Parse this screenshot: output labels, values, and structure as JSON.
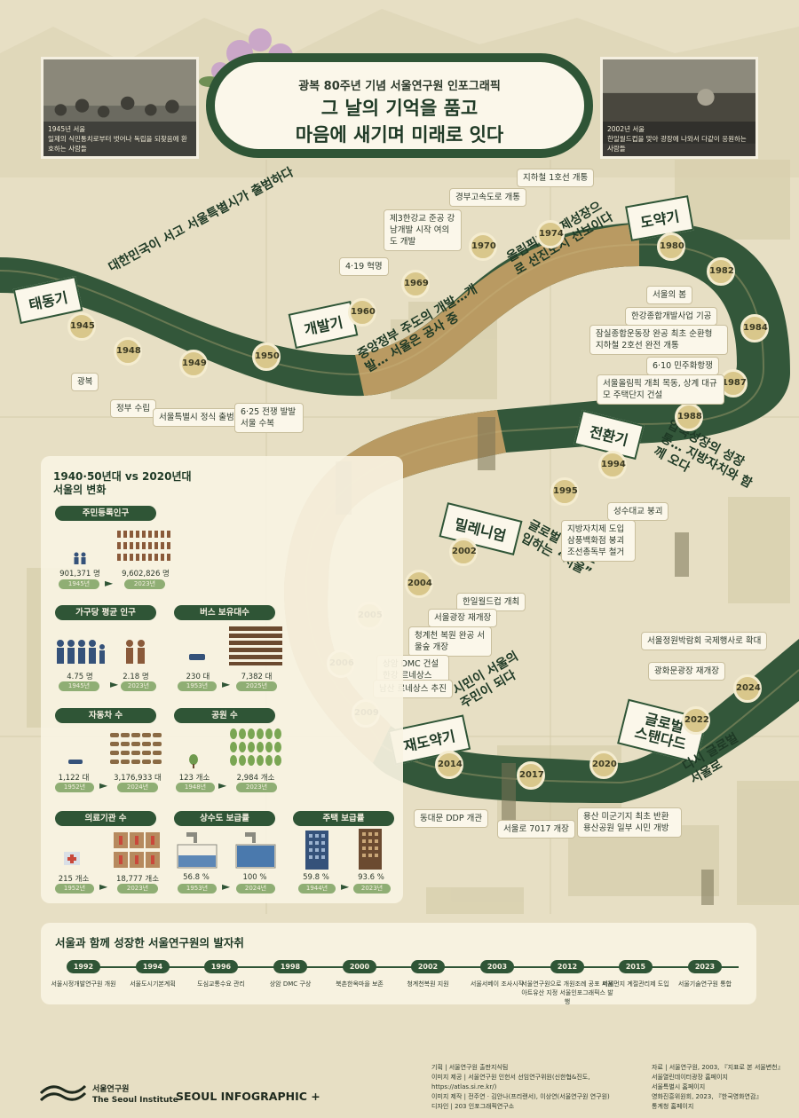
{
  "header": {
    "subtitle": "광복 80주년 기념 서울연구원 인포그래픽",
    "title_line1": "그 날의 기억을 품고",
    "title_line2": "마음에 새기며 미래로 잇다"
  },
  "photos": {
    "left": {
      "year": "1945년 서울",
      "caption": "일제의 식민통치로부터 벗어나 독립을 되찾음에 환호하는 사람들"
    },
    "right": {
      "year": "2002년 서울",
      "caption": "한일월드컵을 맞아 광장에 나와서 다같이 응원하는 사람들"
    }
  },
  "eras": [
    {
      "label": "태동기",
      "slogan": "대한민국이 서고 서울특별시가 출범하다"
    },
    {
      "label": "개발기",
      "slogan": "중앙정부 주도의 개발…개발… 서울은 공사 중"
    },
    {
      "label": "도약기",
      "slogan": "올림픽과 경제성장으로 선진도시 선보이다"
    },
    {
      "label": "전환기",
      "slogan": "압축성장의 성장통… 지방자치와 함께 오다"
    },
    {
      "label": "밀레니엄",
      "slogan": "글로벌 도시 진입하는 “서울”"
    },
    {
      "label": "재도약기",
      "slogan": "시민이 서울의 주민이 되다"
    },
    {
      "label": "글로벌 스탠다드",
      "slogan": "다시 글로벌 서울로"
    }
  ],
  "events": [
    {
      "year": "1945",
      "text": "광복"
    },
    {
      "year": "1948",
      "text": "정부 수립"
    },
    {
      "year": "1949",
      "text": "서울특별시 정식 출범"
    },
    {
      "year": "1950",
      "text": "6·25 전쟁 발발 서울 수복"
    },
    {
      "year": "1960",
      "text": "4·19 혁명"
    },
    {
      "year": "1969",
      "text": "제3한강교 준공 강남개발 시작 여의도 개발"
    },
    {
      "year": "1970",
      "text": "경부고속도로 개통"
    },
    {
      "year": "1974",
      "text": "지하철 1호선 개통"
    },
    {
      "year": "1980",
      "text": "서울의 봄"
    },
    {
      "year": "1982",
      "text": "한강종합개발사업 기공"
    },
    {
      "year": "1984",
      "text": "잠실종합운동장 완공 최초 순환형 지하철 2호선 완전 개통"
    },
    {
      "year": "1987",
      "text": "6·10 민주화항쟁"
    },
    {
      "year": "1988",
      "text": "서울올림픽 개최 목동, 상계 대규모 주택단지 건설"
    },
    {
      "year": "1994",
      "text": "성수대교 붕괴"
    },
    {
      "year": "1995",
      "text": "지방자치제 도입 삼풍백화점 붕괴 조선총독부 철거"
    },
    {
      "year": "2002",
      "text": "한일월드컵 개최"
    },
    {
      "year": "2004",
      "text": "서울광장 재개장"
    },
    {
      "year": "2005",
      "text": "청계천 복원 완공 서울숲 개장"
    },
    {
      "year": "2006",
      "text": "상암 DMC 건설 한강 르네상스"
    },
    {
      "year": "2009",
      "text": "남산 르네상스 추진"
    },
    {
      "year": "2014",
      "text": "동대문 DDP 개관"
    },
    {
      "year": "2017",
      "text": "서울로 7017 개장"
    },
    {
      "year": "2020",
      "text": "용산 미군기지 최초 반환 용산공원 일부 시민 개방"
    },
    {
      "year": "2022",
      "text": "광화문광장 재개장"
    },
    {
      "year": "2024",
      "text": "서울정원박람회 국제행사로 확대"
    }
  ],
  "stats": {
    "title_line1": "1940·50년대 vs 2020년대",
    "title_line2": "서울의 변화",
    "items": [
      {
        "label": "주민등록인구",
        "before": "901,371 명",
        "before_year": "1945년",
        "after": "9,602,826 명",
        "after_year": "2023년"
      },
      {
        "label": "가구당 평균 인구",
        "before": "4.75 명",
        "before_year": "1945년",
        "after": "2.18 명",
        "after_year": "2023년"
      },
      {
        "label": "버스 보유대수",
        "before": "230 대",
        "before_year": "1953년",
        "after": "7,382 대",
        "after_year": "2025년"
      },
      {
        "label": "자동차 수",
        "before": "1,122 대",
        "before_year": "1952년",
        "after": "3,176,933 대",
        "after_year": "2024년"
      },
      {
        "label": "공원 수",
        "before": "123 개소",
        "before_year": "1948년",
        "after": "2,984 개소",
        "after_year": "2023년"
      },
      {
        "label": "의료기관 수",
        "before": "215 개소",
        "before_year": "1952년",
        "after": "18,777 개소",
        "after_year": "2023년"
      },
      {
        "label": "상수도 보급률",
        "before": "56.8 %",
        "before_year": "1953년",
        "after": "100 %",
        "after_year": "2024년"
      },
      {
        "label": "주택 보급률",
        "before": "59.8 %",
        "before_year": "1944년",
        "after": "93.6 %",
        "after_year": "2023년"
      }
    ]
  },
  "institute_timeline": {
    "title": "서울과 함께 성장한 서울연구원의 발자취",
    "items": [
      {
        "year": "1992",
        "text": "서울시정개발연구원 개원"
      },
      {
        "year": "1994",
        "text": "서울도시기본계획"
      },
      {
        "year": "1996",
        "text": "도심교통수요 관리"
      },
      {
        "year": "1998",
        "text": "상암 DMC 구상"
      },
      {
        "year": "2000",
        "text": "북촌한옥마을 보존"
      },
      {
        "year": "2002",
        "text": "청계천복원 지원"
      },
      {
        "year": "2003",
        "text": "서울서베이 조사시작"
      },
      {
        "year": "2012",
        "text": "서울연구원으로 개원조례 공포 서울아트유산 지정 서울인포그래픽스 발행"
      },
      {
        "year": "2015",
        "text": "미세먼지 계절관리제 도입"
      },
      {
        "year": "2023",
        "text": "서울기술연구원 통합"
      }
    ]
  },
  "footer": {
    "credits": [
      "기획 | 서울연구원 출판지식팀",
      "이미지 제공 | 서울연구원 인헌서 선임연구위원(신한협&진도, https://atlas.si.re.kr/)",
      "이미지 제작 | 전주연 · 김안나(프리랜서), 이상연(서울연구원 연구원)",
      "디자인 | 203 인포그래픽연구소"
    ],
    "sources": [
      "자료 | 서울연구원, 2003, 『지표로 본 서울변천』",
      "서울열린데이터광장 홈페이지",
      "서울특별시 홈페이지",
      "영화진흥위원회, 2023, 『한국영화연감』",
      "통계청 홈페이지"
    ],
    "logo_ko": "서울연구원",
    "logo_en": "The Seoul Institute",
    "brand": "SEOUL INFOGRAPHIC +"
  }
}
